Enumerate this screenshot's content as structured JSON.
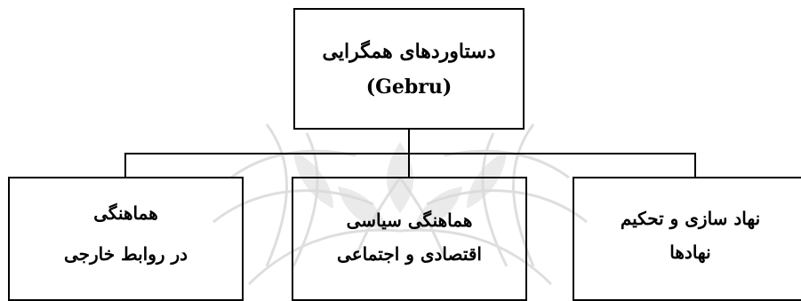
{
  "diagram": {
    "root": {
      "line1": "دستاوردهای همگرایی",
      "line2": "(Gebru)"
    },
    "children": [
      {
        "id": "right",
        "line1": "نهاد سازی و تحکیم",
        "line2": "نهادها"
      },
      {
        "id": "middle",
        "line1": "هماهنگی سیاسی",
        "line2": "اقتصادی و اجتماعی"
      },
      {
        "id": "left",
        "line1": "هماهنگی",
        "line2": "در روابط خارجی"
      }
    ],
    "colors": {
      "border": "#000000",
      "text": "#000000",
      "watermark": "#c9c9c9"
    }
  }
}
